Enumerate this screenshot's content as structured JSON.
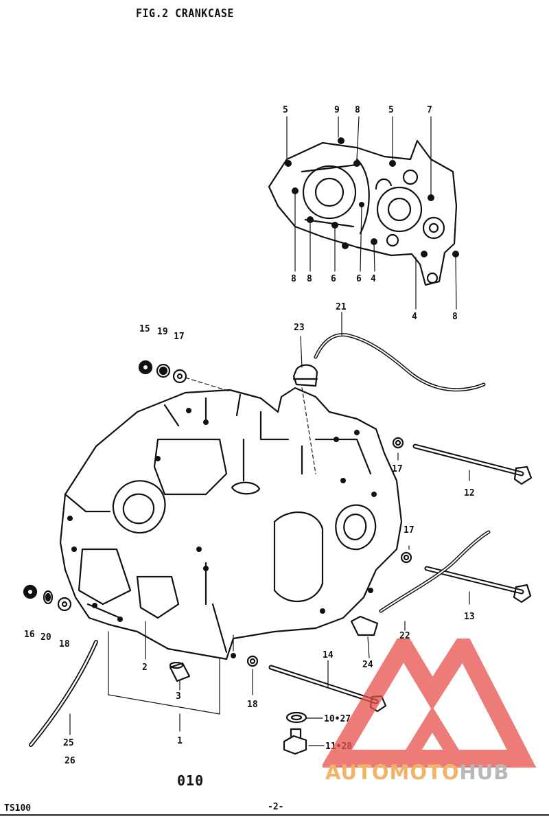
{
  "figure": {
    "title": "FIG.2 CRANKCASE",
    "ref_code": "010",
    "model": "TS100",
    "page_number": "-2-"
  },
  "callouts": {
    "top_5a": "5",
    "top_9": "9",
    "top_8a": "8",
    "top_5b": "5",
    "top_7": "7",
    "bot_8a": "8",
    "bot_8b": "8",
    "bot_6a": "6",
    "bot_6b": "6",
    "bot_4a": "4",
    "bot_4b": "4",
    "bot_8c": "8",
    "c21": "21",
    "c23": "23",
    "c15": "15",
    "c19": "19",
    "c17a": "17",
    "c17b": "17",
    "c12": "12",
    "c17c": "17",
    "c13": "13",
    "c16": "16",
    "c20": "20",
    "c18a": "18",
    "c2": "2",
    "c3": "3",
    "c22": "22",
    "c24": "24",
    "c14": "14",
    "c18b": "18",
    "c10_27": "10•27",
    "c11_28": "11•28",
    "c1": "1",
    "c25": "25",
    "c26": "26"
  },
  "watermark": {
    "part1": "AUTOMOTO",
    "part2": "HUB"
  }
}
